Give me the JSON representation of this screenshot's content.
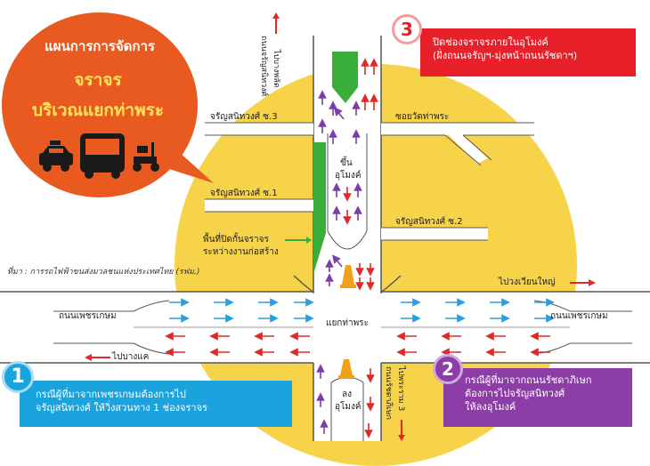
{
  "title_bubble": {
    "line1": "แผนการการจัดการ",
    "line2": "จราจร",
    "line3": "บริเวณแยกท่าพระ"
  },
  "notes": [
    {
      "num": "3",
      "text1": "ปิดช่องจราจรภายในอุโมงค์",
      "text2": "(ฝั่งถนนจรัญฯ-มุ่งหน้าถนนรัชดาฯ)",
      "color": "#e8202a"
    },
    {
      "num": "1",
      "text1": "กรณีผู้ที่มาจากเพชรเกษมต้องการไป",
      "text2": "จรัญสนิทวงศ์ ให้วิ่งสวนทาง 1 ช่องจราจร",
      "color": "#1aa3dc"
    },
    {
      "num": "2",
      "text1": "กรณีผู้ที่มาจากถนนรัชดาภิเษก",
      "text2": "ต้องการไปจรัญสนิทวงศ์",
      "text3": "ให้ลงอุโมงค์",
      "color": "#8d3ea6"
    }
  ],
  "road_labels": {
    "charan_road": "ถนนจรัญสนิทวงศ์",
    "to_bang_phlat": "ไปบางพลัด",
    "charan_soi3": "จรัญสนิทวงศ์ ซ.3",
    "wat_tha_phra": "ซอยวัดท่าพระ",
    "up_tunnel_1": "ขึ้น",
    "up_tunnel_2": "อุโมงค์",
    "charan_soi1": "จรัญสนิทวงศ์ ซ.1",
    "charan_soi2": "จรัญสนิทวงศ์ ซ.2",
    "closed_area_1": "พื้นที่ปิดกั้นจราจร",
    "closed_area_2": "ระหว่างงานก่อสร้าง",
    "to_wongwian_yai": "ไปวงเวียนใหญ่",
    "phetkasem_left": "ถนนเพชรเกษม",
    "phetkasem_right": "ถนนเพชรเกษม",
    "tha_phra_junction": "แยกท่าพระ",
    "to_bang_khae": "ไปบางแค",
    "down_tunnel_1": "ลง",
    "down_tunnel_2": "อุโมงค์",
    "ratchada_road": "ถนนรัชดาภิเษก",
    "to_rama3": "ไปพระราม 3"
  },
  "source_note": "ที่มา : การรถไฟฟ้าขนส่งมวลชนแห่งประเทศไทย (รฟม.)",
  "colors": {
    "circle": "#f7d34a",
    "bubble": "#e85a1f",
    "road_edge": "#555555",
    "closed_zone": "#3aae3a",
    "arrow_red": "#e02a2a",
    "arrow_blue": "#2a9fe0",
    "arrow_purple": "#7b3fa8",
    "cone": "#f2a019"
  },
  "icons": [
    "taxi-icon",
    "bus-icon",
    "scooter-icon",
    "traffic-cone-icon"
  ]
}
